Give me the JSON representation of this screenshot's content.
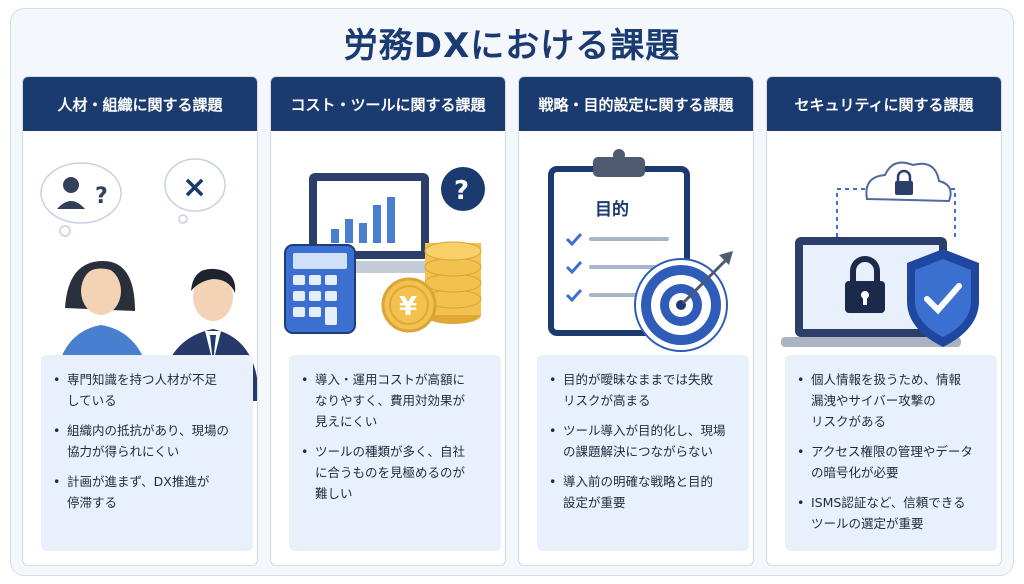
{
  "title": "労務DXにおける課題",
  "cards": [
    {
      "title": "人材・組織に関する課題",
      "bullets": [
        "専門知識を持つ人材が不足\nしている",
        "組織内の抵抗があり、現場の\n協力が得られにくい",
        "計画が進まず、DX推進が\n停滞する"
      ]
    },
    {
      "title": "コスト・ツールに関する課題",
      "bullets": [
        "導入・運用コストが高額に\nなりやすく、費用対効果が\n見えにくい",
        "ツールの種類が多く、自社\nに合うものを見極めるのが\n難しい"
      ]
    },
    {
      "title": "戦略・目的設定に関する課題",
      "bullets": [
        "目的が曖昧なままでは失敗\nリスクが高まる",
        "ツール導入が目的化し、現場\nの課題解決につながらない",
        "導入前の明確な戦略と目的\n設定が重要"
      ]
    },
    {
      "title": "セキュリティに関する課題",
      "bullets": [
        "個人情報を扱うため、情報\n漏洩やサイバー攻撃の\nリスクがある",
        "アクセス権限の管理やデータ\nの暗号化が必要",
        "ISMS認証など、信頼できる\nツールの選定が重要"
      ]
    }
  ],
  "illustrations": {
    "bubble_question": "?",
    "bubble_cross": "×",
    "monitor_question": "?",
    "coin_symbol": "¥",
    "clipboard_label": "目的"
  },
  "colors": {
    "navy": "#1b3b70",
    "accent_blue": "#3b6fd0",
    "light_blue": "#e8f0fb",
    "gold": "#f2c14e"
  },
  "icons": [
    "person-question-icon",
    "cross-icon",
    "calculator-icon",
    "coin-icon",
    "bar-chart-icon",
    "clipboard-icon",
    "target-icon",
    "cloud-lock-icon",
    "laptop-lock-icon",
    "shield-check-icon"
  ]
}
